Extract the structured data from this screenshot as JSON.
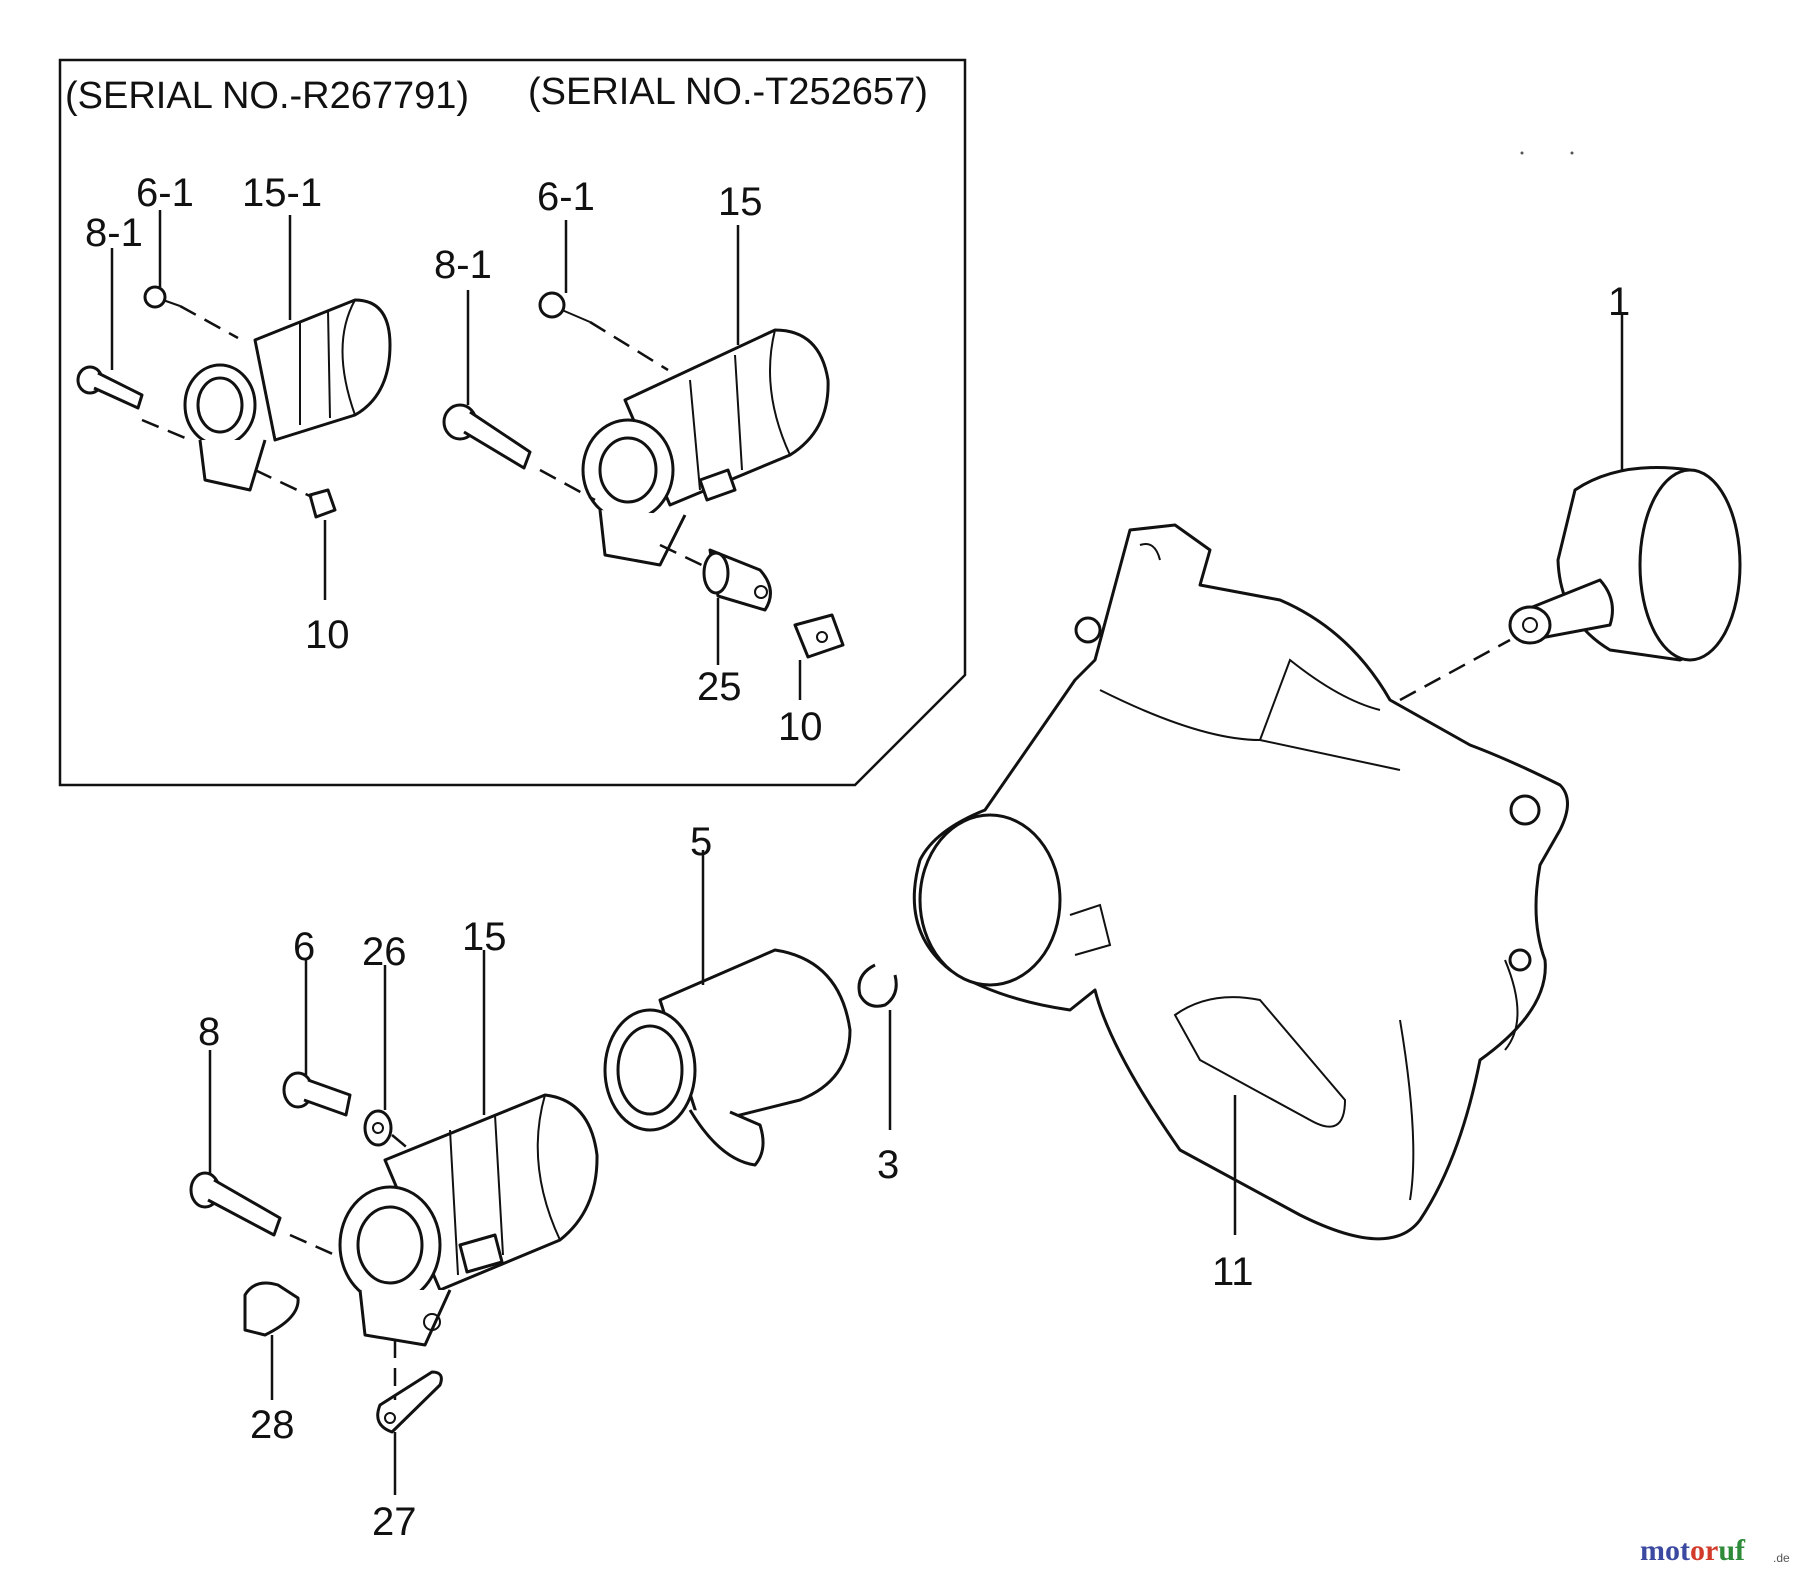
{
  "inset": {
    "serial_left": "(SERIAL NO.-R267791)",
    "serial_right": "(SERIAL NO.-T252657)",
    "callouts_left": {
      "p6_1": "6-1",
      "p15_1": "15-1",
      "p8_1": "8-1",
      "p10": "10"
    },
    "callouts_right": {
      "p6_1": "6-1",
      "p15": "15",
      "p8_1": "8-1",
      "p25": "25",
      "p10": "10"
    }
  },
  "callouts": {
    "p1": "1",
    "p5": "5",
    "p6": "6",
    "p26": "26",
    "p15": "15",
    "p8": "8",
    "p3": "3",
    "p11": "11",
    "p28": "28",
    "p27": "27"
  },
  "watermark": {
    "brand": "motoruf",
    "tld": ".de"
  }
}
